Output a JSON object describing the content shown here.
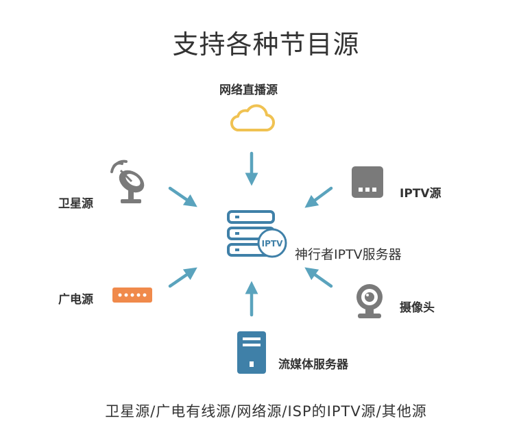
{
  "title": "支持各种节目源",
  "center": {
    "label": "神行者IPTV服务器",
    "badge": "IPTV"
  },
  "sources": {
    "network": "网络直播源",
    "satellite": "卫星源",
    "iptv": "IPTV源",
    "cable": "广电源",
    "camera": "摄像头",
    "streaming": "流媒体服务器"
  },
  "footer": "卫星源/广电有线源/网络源/ISP的IPTV源/其他源",
  "colors": {
    "arrow": "#5aa3bd",
    "server": "#3f80a8",
    "cloud": "#f0c252",
    "gray_icon": "#7a7a7a",
    "cable_box": "#f08a4b"
  }
}
